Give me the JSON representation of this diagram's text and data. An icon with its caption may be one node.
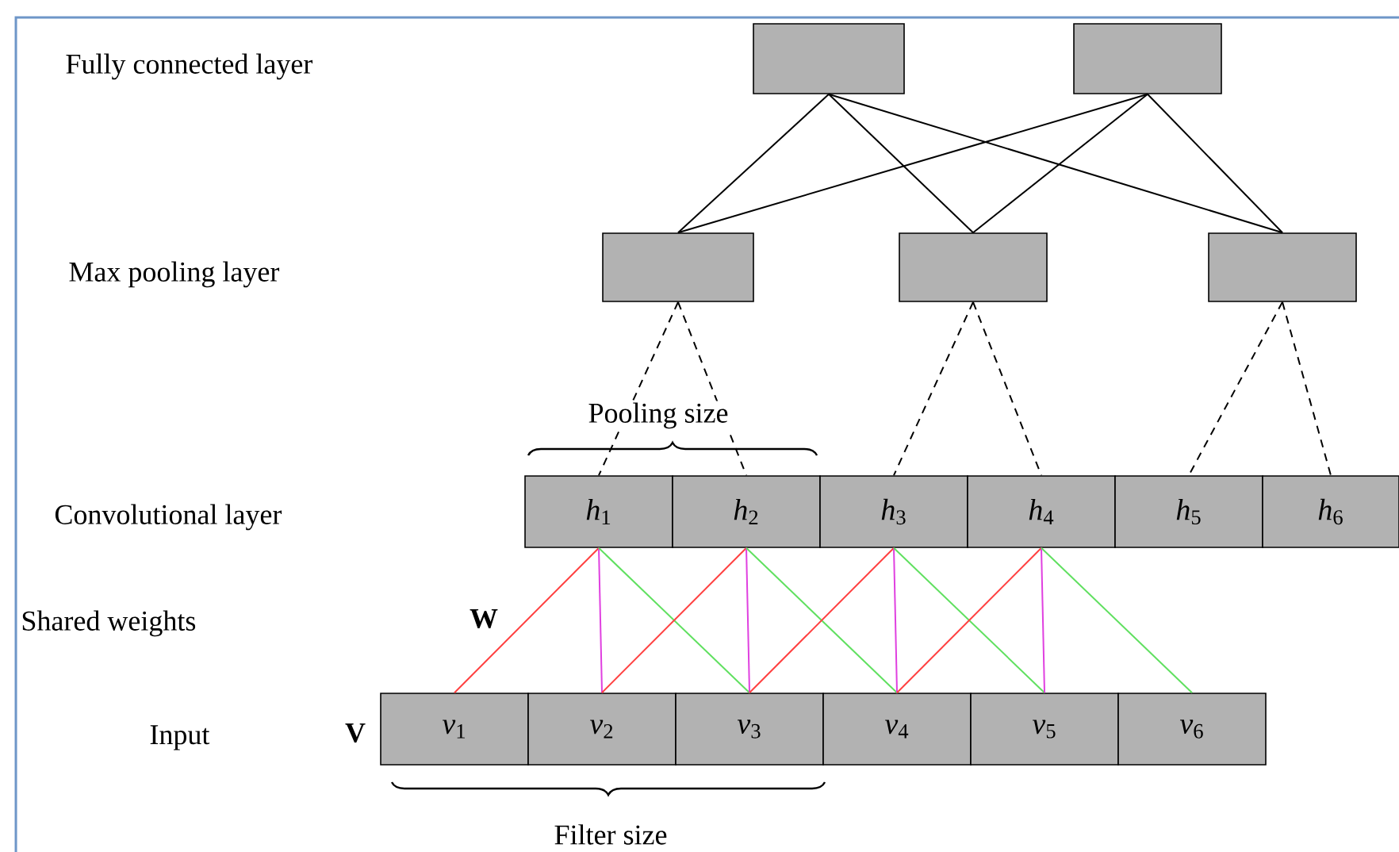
{
  "diagram": {
    "nodes": [
      {
        "text": [],
        "shape": "box"
      },
      {
        "text": [],
        "shape": "box"
      },
      {
        "text": [],
        "shape": "box"
      },
      {
        "text": [],
        "shape": "box"
      },
      {
        "text": [],
        "shape": "box"
      },
      {
        "text": [
          "*h*$_{1}$"
        ]
      },
      {
        "text": [
          "*h*$_{2}$"
        ]
      },
      {
        "text": [
          "*h*$_{3}$"
        ]
      },
      {
        "text": [
          "*h*$_{4}$"
        ]
      },
      {
        "text": [
          "*h*$_{5}$"
        ]
      },
      {
        "text": [
          "*h*$_{6}$"
        ]
      },
      {
        "text": [
          "*v*$_{1}$"
        ]
      },
      {
        "text": [
          "*v*$_{2}$"
        ]
      },
      {
        "text": [
          "*v*$_{3}$"
        ]
      },
      {
        "text": [
          "*v*$_{4}$"
        ]
      },
      {
        "text": [
          "*v*$_{5}$"
        ]
      },
      {
        "text": [
          "*v*$_{6}$"
        ]
      }
    ],
    "edges": [
      {
        "from": 0,
        "to": 2,
        "arrow": "none"
      },
      {
        "from": 0,
        "to": 3,
        "arrow": "none"
      },
      {
        "from": 0,
        "to": 4,
        "arrow": "none"
      },
      {
        "from": 1,
        "to": 2,
        "arrow": "none"
      },
      {
        "from": 1,
        "to": 3,
        "arrow": "none"
      },
      {
        "from": 1,
        "to": 4,
        "arrow": "none"
      },
      {
        "from": 2,
        "to": 5,
        "arrow": "none",
        "style": "dashed"
      },
      {
        "from": 2,
        "to": 6,
        "arrow": "none",
        "style": "dashed"
      },
      {
        "from": 3,
        "to": 7,
        "arrow": "none",
        "style": "dashed"
      },
      {
        "from": 3,
        "to": 8,
        "arrow": "none",
        "style": "dashed"
      },
      {
        "from": 4,
        "to": 9,
        "arrow": "none",
        "style": "dashed"
      },
      {
        "from": 4,
        "to": 10,
        "arrow": "none",
        "style": "dashed"
      },
      {
        "from": 5,
        "to": 11,
        "arrow": "none",
        "color": "#ff4040"
      },
      {
        "from": 5,
        "to": 12,
        "arrow": "none",
        "color": "#e040e0"
      },
      {
        "from": 5,
        "to": 13,
        "arrow": "none",
        "color": "#60e060"
      },
      {
        "from": 6,
        "to": 12,
        "arrow": "none",
        "color": "#ff4040"
      },
      {
        "from": 6,
        "to": 13,
        "arrow": "none",
        "color": "#e040e0"
      },
      {
        "from": 6,
        "to": 14,
        "arrow": "none",
        "color": "#60e060"
      },
      {
        "from": 7,
        "to": 13,
        "arrow": "none",
        "color": "#ff4040"
      },
      {
        "from": 7,
        "to": 14,
        "arrow": "none",
        "color": "#e040e0"
      },
      {
        "from": 7,
        "to": 15,
        "arrow": "none",
        "color": "#60e060"
      },
      {
        "from": 8,
        "to": 14,
        "arrow": "none",
        "color": "#ff4040"
      },
      {
        "from": 8,
        "to": 15,
        "arrow": "none",
        "color": "#e040e0"
      },
      {
        "from": 8,
        "to": 16,
        "arrow": "none",
        "color": "#60e060"
      }
    ],
    "labels": [
      "Fully connected layer",
      "Max pooling layer",
      "Pooling size",
      "Convolutional layer",
      "Shared weights",
      "W",
      "Input",
      "V",
      "Filter size"
    ]
  }
}
